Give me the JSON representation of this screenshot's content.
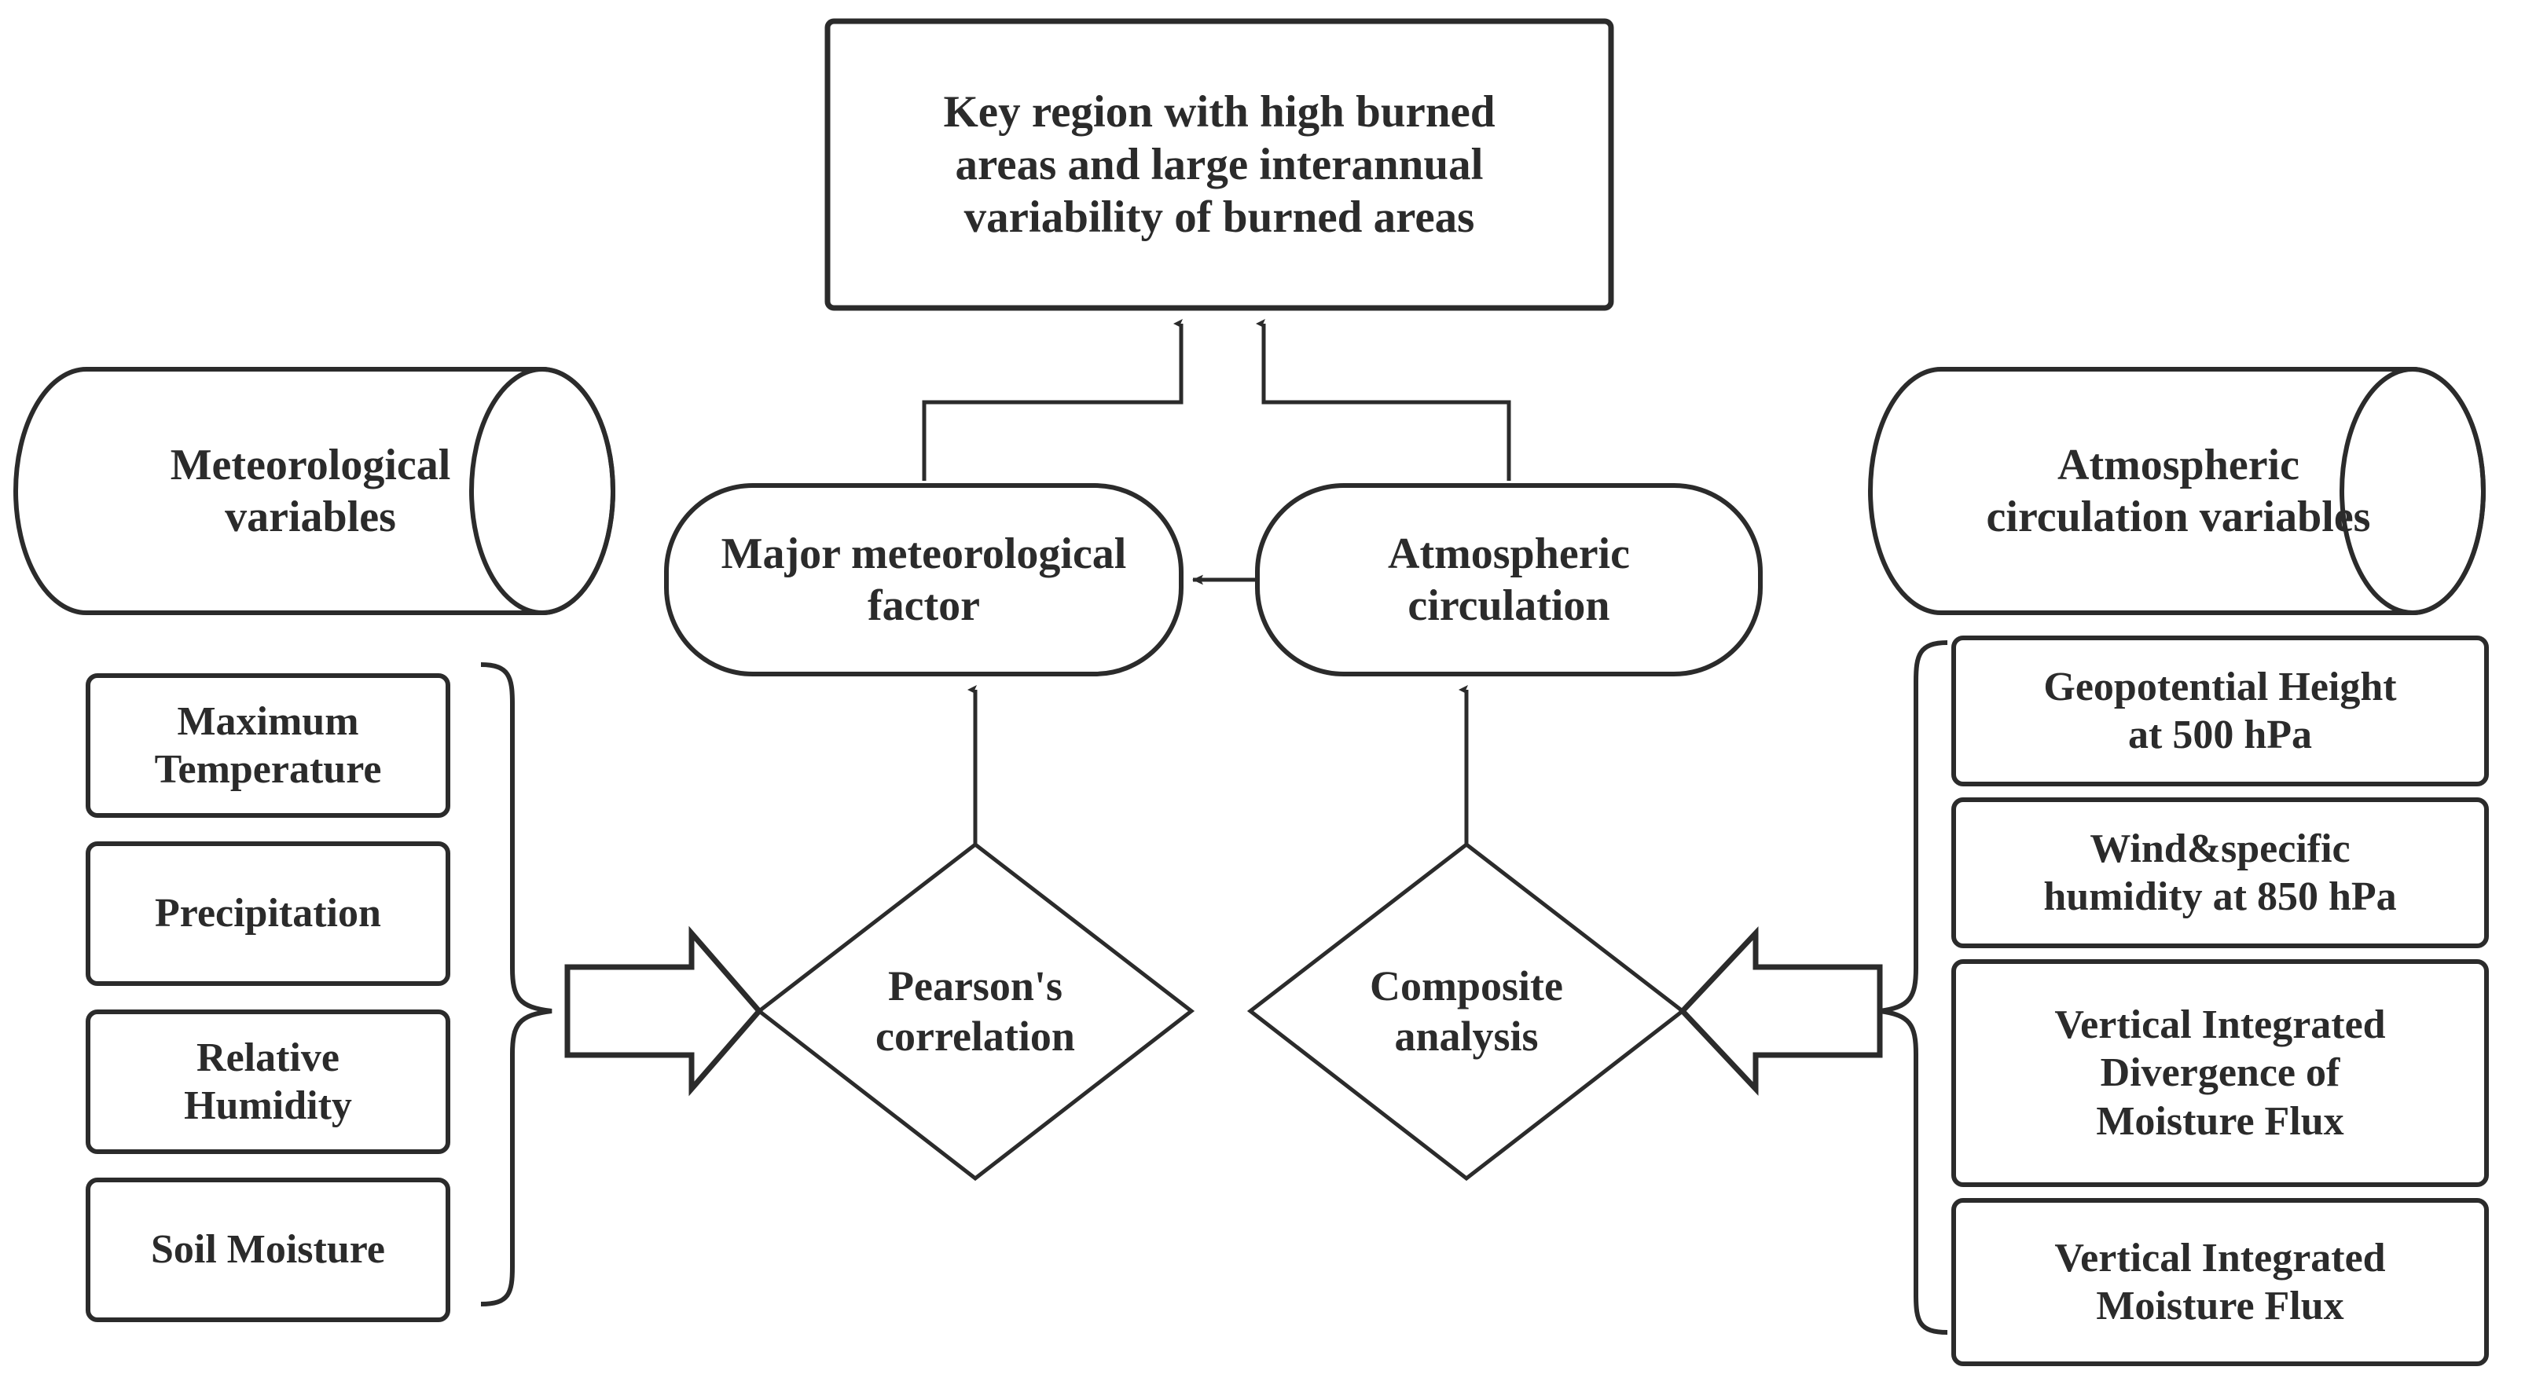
{
  "diagram": {
    "title_box": {
      "label": "Key region with high burned\nareas and large interannual\nvariability of burned areas"
    },
    "left_source": {
      "label": "Meteorological\nvariables"
    },
    "right_source": {
      "label": "Atmospheric\ncirculation variables"
    },
    "process_nodes": [
      {
        "id": "major-meteorological-factor",
        "label": "Major meteorological\nfactor"
      },
      {
        "id": "atmospheric-circulation",
        "label": "Atmospheric\ncirculation"
      }
    ],
    "methods": [
      {
        "id": "pearsons-correlation",
        "label": "Pearson's\ncorrelation"
      },
      {
        "id": "composite-analysis",
        "label": "Composite\nanalysis"
      }
    ],
    "left_variables": [
      {
        "label": "Maximum\nTemperature"
      },
      {
        "label": "Precipitation"
      },
      {
        "label": "Relative\nHumidity"
      },
      {
        "label": "Soil Moisture"
      }
    ],
    "right_variables": [
      {
        "label": "Geopotential Height\nat 500 hPa"
      },
      {
        "label": "Wind&specific\nhumidity at 850 hPa"
      },
      {
        "label": "Vertical Integrated\nDivergence of\nMoisture Flux"
      },
      {
        "label": "Vertical Integrated\nMoisture Flux"
      }
    ],
    "colors": {
      "stroke": "#2b2b2b",
      "fill": "#ffffff",
      "text": "#2b2b2b"
    }
  }
}
